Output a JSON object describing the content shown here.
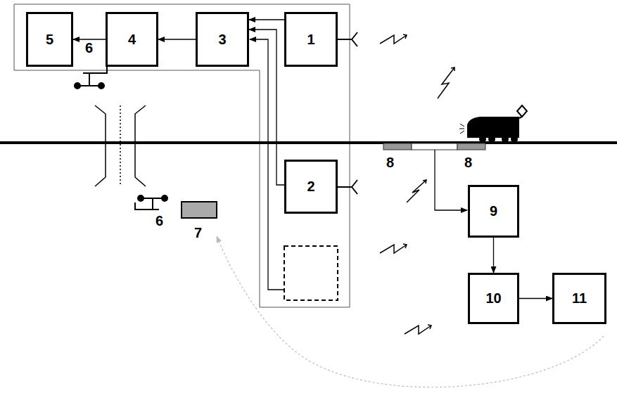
{
  "diagram": {
    "nodes": [
      {
        "text": [
          "5"
        ]
      },
      {
        "text": [
          "4"
        ]
      },
      {
        "text": [
          "3"
        ]
      },
      {
        "text": [
          "1"
        ]
      },
      {
        "text": [
          "2"
        ]
      },
      {
        "text": [
          "9"
        ]
      },
      {
        "text": [
          "10"
        ]
      },
      {
        "text": [
          "11"
        ]
      }
    ],
    "edges": [
      {
        "from": 3,
        "to": 2,
        "arrow": "to"
      },
      {
        "from": 4,
        "to": 2,
        "arrow": "to"
      },
      {
        "from": 2,
        "to": 1,
        "arrow": "to"
      },
      {
        "from": 1,
        "to": 0,
        "arrow": "to"
      },
      {
        "from": 5,
        "to": 6,
        "arrow": "to"
      },
      {
        "from": 6,
        "to": 7,
        "arrow": "to"
      }
    ],
    "labels": [
      "6",
      "6",
      "7",
      "8",
      "8"
    ]
  }
}
